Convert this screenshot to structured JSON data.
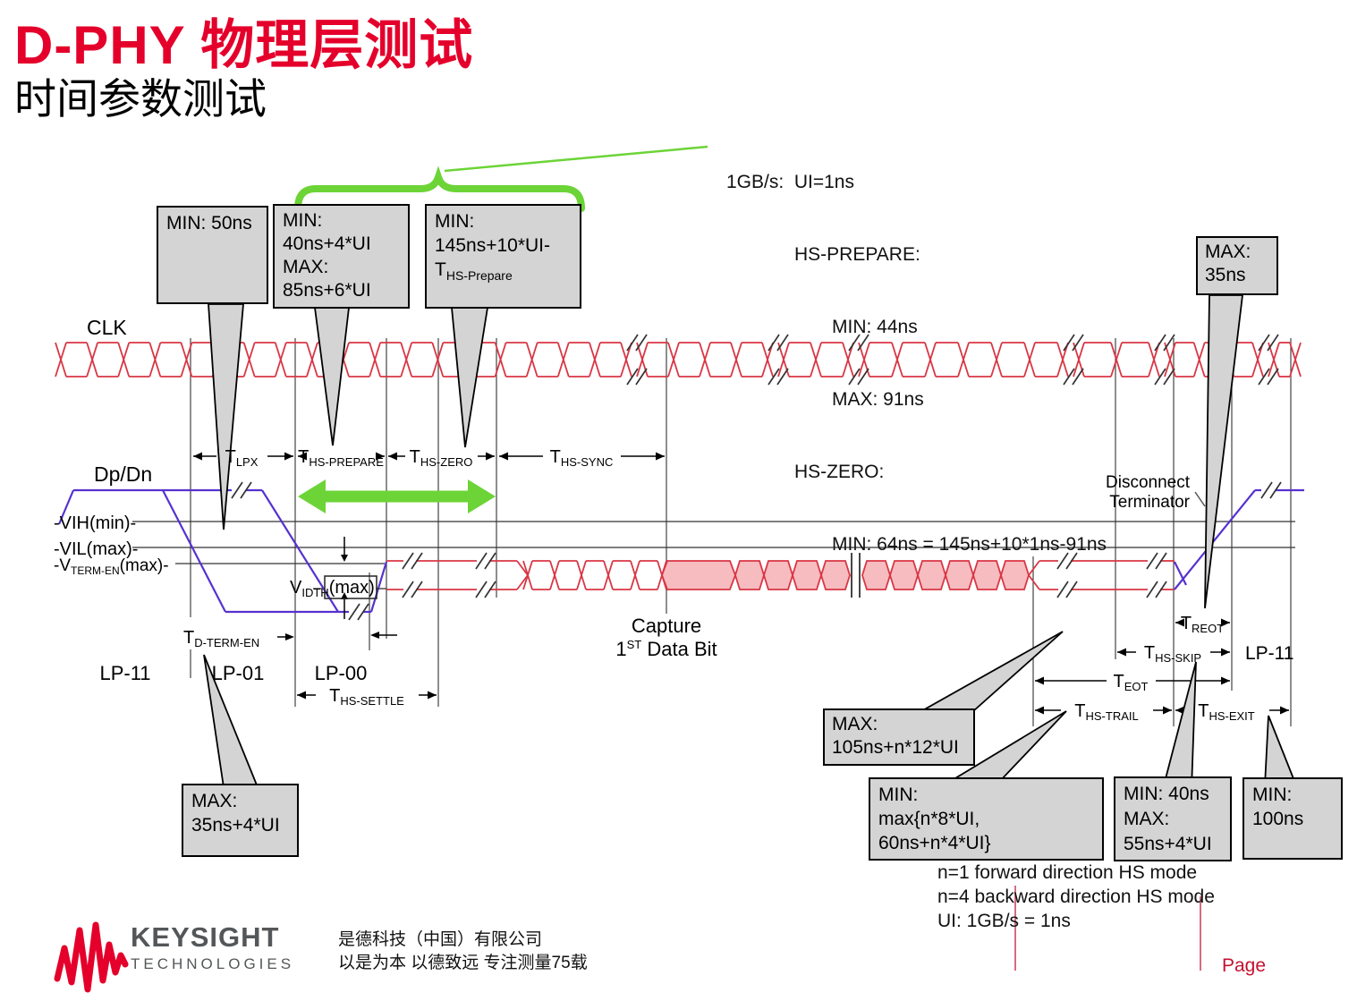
{
  "slide": {
    "title": "D-PHY 物理层测试",
    "subtitle": "时间参数测试"
  },
  "note": {
    "lines": [
      "1GB/s:  UI=1ns",
      "HS-PREPARE:",
      "MIN: 44ns",
      "MAX: 91ns",
      "HS-ZERO:",
      "MIN: 64ns = 145ns+10*1ns-91ns"
    ]
  },
  "callouts": {
    "min50": {
      "l1": "MIN: 50ns"
    },
    "prepare": {
      "l1": "MIN:",
      "l2": "40ns+4*UI",
      "l3": "MAX:",
      "l4": "85ns+6*UI"
    },
    "zero": {
      "l1": "MIN:",
      "l2": "145ns+10*UI-",
      "t": "T",
      "tsub": "HS-Prepare"
    },
    "max35": {
      "l1": "MAX:",
      "l2": "35ns"
    },
    "dterm": {
      "l1": "MAX:",
      "l2": "35ns+4*UI"
    },
    "trailmax": {
      "l1": "MAX:",
      "l2": "105ns+n*12*UI"
    },
    "trailmin": {
      "l1": "MIN:",
      "l2": "max{n*8*UI,",
      "l3": "60ns+n*4*UI}"
    },
    "skip": {
      "l1": "MIN: 40ns",
      "l2": "MAX:",
      "l3": "55ns+4*UI"
    },
    "exit": {
      "l1": "MIN:",
      "l2": "100ns"
    }
  },
  "labels": {
    "clk": "CLK",
    "dpdn": "Dp/Dn",
    "vih": "-VIH(min)-",
    "vil": "-VIL(max)-",
    "vterm_pre": "-V",
    "vterm_sub": "TERM-EN",
    "vterm_post": "(max)-",
    "vidth_pre": "V",
    "vidth_sub": "IDTH",
    "vidth_post": "(max)",
    "capture_l1": "Capture",
    "capture_num": "1",
    "capture_sup": "ST",
    "capture_rest": " Data Bit",
    "disc1": "Disconnect",
    "disc2": "Terminator",
    "lp11_left": "LP-11",
    "lp01": "LP-01",
    "lp00": "LP-00",
    "lp11_right": "LP-11"
  },
  "dims": {
    "lpx": {
      "m": "T",
      "s": "LPX"
    },
    "prepare": {
      "m": "T",
      "s": "HS-PREPARE"
    },
    "zero": {
      "m": "T",
      "s": "HS-ZERO"
    },
    "sync": {
      "m": "T",
      "s": "HS-SYNC"
    },
    "dterm": {
      "m": "T",
      "s": "D-TERM-EN"
    },
    "settle": {
      "m": "T",
      "s": "HS-SETTLE"
    },
    "reot": {
      "m": "T",
      "s": "REOT"
    },
    "skip": {
      "m": "T",
      "s": "HS-SKIP"
    },
    "eot": {
      "m": "T",
      "s": "EOT"
    },
    "trail": {
      "m": "T",
      "s": "HS-TRAIL"
    },
    "exit": {
      "m": "T",
      "s": "HS-EXIT"
    }
  },
  "footnote": {
    "l1": "n=1 forward direction HS mode",
    "l2": "n=4 backward direction HS mode",
    "l3": "UI: 1GB/s = 1ns"
  },
  "footer": {
    "brand": "KEYSIGHT",
    "brand_sub": "TECHNOLOGIES",
    "cn1": "是德科技（中国）有限公司",
    "cn2": "以是为本 以德致远 专注测量75载",
    "page": "Page"
  },
  "colors": {
    "accent_red": "#e4002b",
    "wave_red": "#d93644",
    "wave_pink": "#f7bcc0",
    "wave_blue": "#5632d0",
    "green": "#6cd437",
    "callout_bg": "#d4d4d4",
    "grid": "#444444",
    "page_red": "#c41230"
  }
}
